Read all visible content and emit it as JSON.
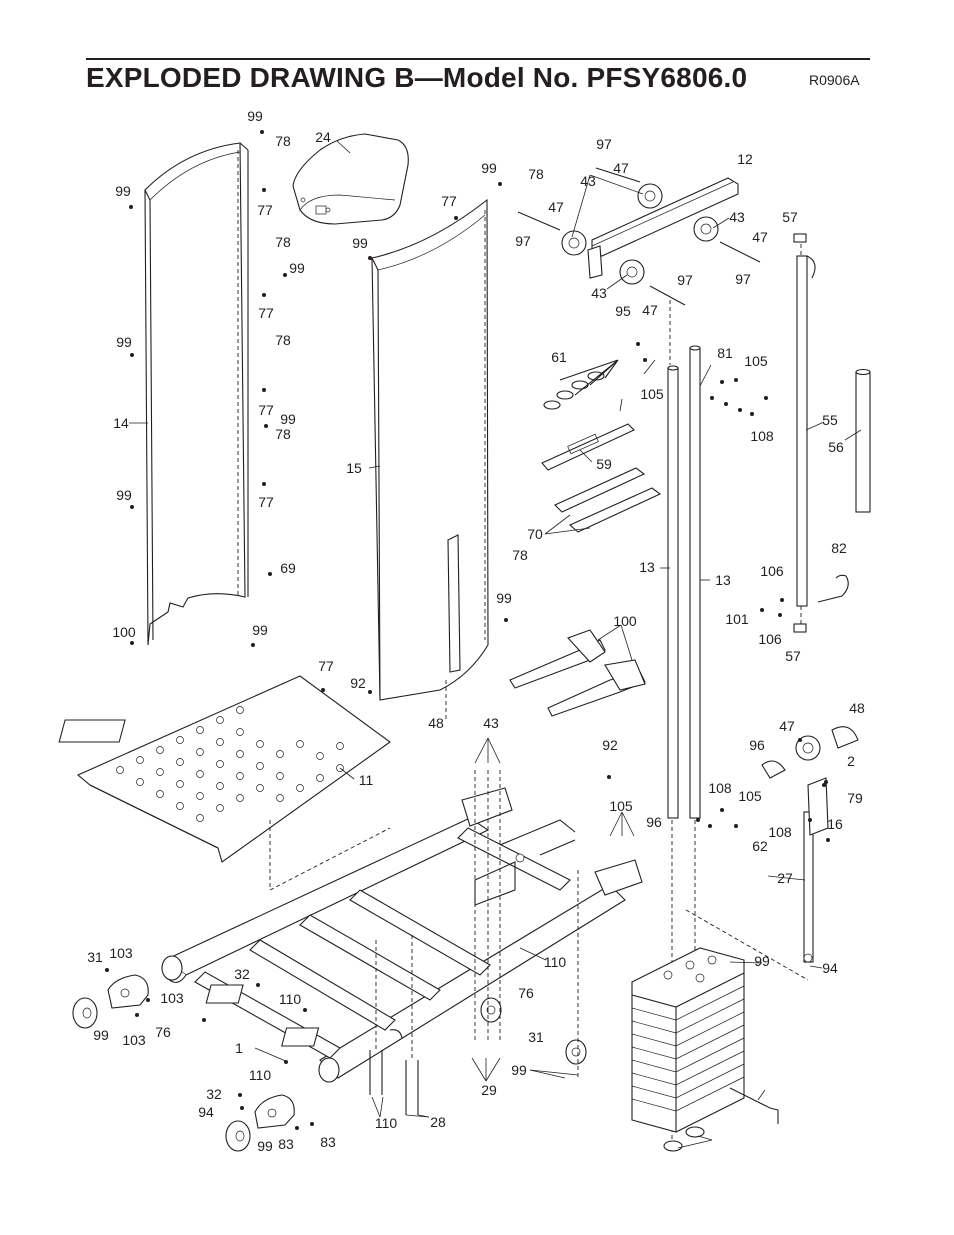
{
  "header": {
    "title": "EXPLODED DRAWING B—Model No. PFSY6806.0",
    "drawing_code": "R0906A"
  },
  "part_labels": [
    "99",
    "78",
    "24",
    "99",
    "77",
    "99",
    "78",
    "97",
    "47",
    "12",
    "43",
    "97",
    "47",
    "43",
    "47",
    "57",
    "97",
    "77",
    "78",
    "99",
    "99",
    "43",
    "47",
    "97",
    "77",
    "99",
    "78",
    "95",
    "61",
    "81",
    "105",
    "14",
    "77",
    "99",
    "78",
    "105",
    "108",
    "55",
    "56",
    "15",
    "59",
    "99",
    "77",
    "13",
    "70",
    "78",
    "13",
    "82",
    "106",
    "99",
    "101",
    "106",
    "57",
    "69",
    "100",
    "100",
    "99",
    "77",
    "92",
    "48",
    "43",
    "48",
    "47",
    "96",
    "2",
    "92",
    "11",
    "105",
    "108",
    "105",
    "96",
    "79",
    "108",
    "16",
    "62",
    "27",
    "94",
    "99",
    "31",
    "103",
    "103",
    "32",
    "110",
    "99",
    "103",
    "76",
    "1",
    "76",
    "110",
    "31",
    "99",
    "110",
    "32",
    "94",
    "99",
    "83",
    "83",
    "110",
    "28",
    "29"
  ]
}
